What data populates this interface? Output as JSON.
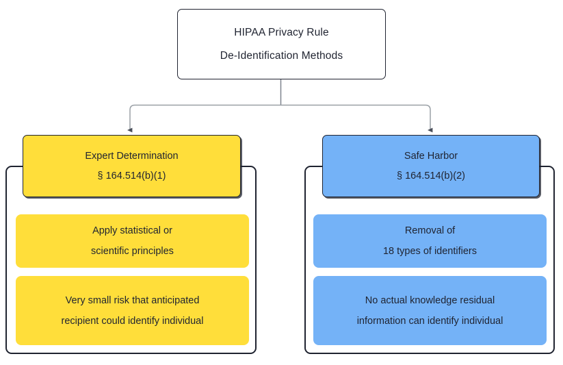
{
  "colors": {
    "expert_fill": "#FFDE3A",
    "safeharbor_fill": "#74B2F7",
    "node_stroke": "#1F2330",
    "edge_stroke": "#9aa0a6",
    "arrow_fill": "#4a4f5a",
    "background": "#FFFFFF",
    "text": "#1F2330"
  },
  "root": {
    "line1": "HIPAA Privacy Rule",
    "line2": "De-Identification Methods"
  },
  "branches": [
    {
      "id": "expert-determination",
      "header": {
        "line1": "Expert Determination",
        "line2": "§ 164.514(b)(1)"
      },
      "children": [
        {
          "id": "apply-principles",
          "line1": "Apply statistical or",
          "line2": "scientific principles"
        },
        {
          "id": "very-small-risk",
          "line1": "Very small risk that anticipated",
          "line2": "recipient could identify individual"
        }
      ]
    },
    {
      "id": "safe-harbor",
      "header": {
        "line1": "Safe Harbor",
        "line2": "§ 164.514(b)(2)"
      },
      "children": [
        {
          "id": "removal-identifiers",
          "line1": "Removal of",
          "line2": "18 types of identifiers"
        },
        {
          "id": "no-actual-knowledge",
          "line1": "No actual knowledge residual",
          "line2": "information can identify individual"
        }
      ]
    }
  ]
}
